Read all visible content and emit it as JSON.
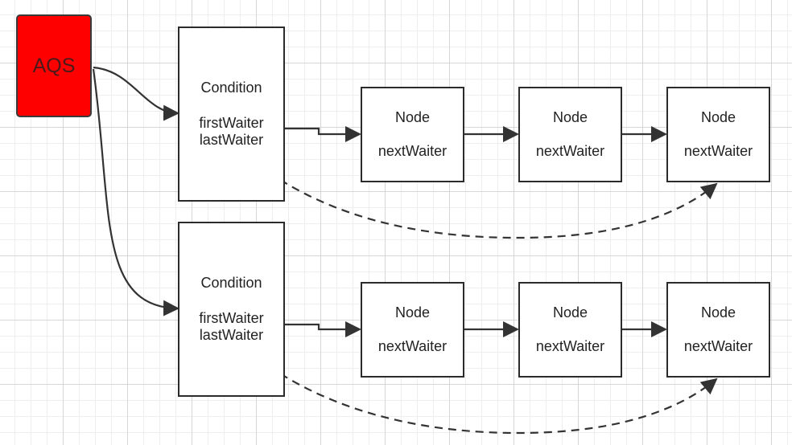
{
  "aqs": {
    "label": "AQS",
    "color": "#ff0000"
  },
  "conditions": [
    {
      "title": "Condition",
      "first": "firstWaiter",
      "last": "lastWaiter",
      "nodes": [
        {
          "title": "Node",
          "field": "nextWaiter"
        },
        {
          "title": "Node",
          "field": "nextWaiter"
        },
        {
          "title": "Node",
          "field": "nextWaiter"
        }
      ]
    },
    {
      "title": "Condition",
      "first": "firstWaiter",
      "last": "lastWaiter",
      "nodes": [
        {
          "title": "Node",
          "field": "nextWaiter"
        },
        {
          "title": "Node",
          "field": "nextWaiter"
        },
        {
          "title": "Node",
          "field": "nextWaiter"
        }
      ]
    }
  ],
  "colors": {
    "line": "#333333",
    "grid": "#d6d6d6"
  }
}
